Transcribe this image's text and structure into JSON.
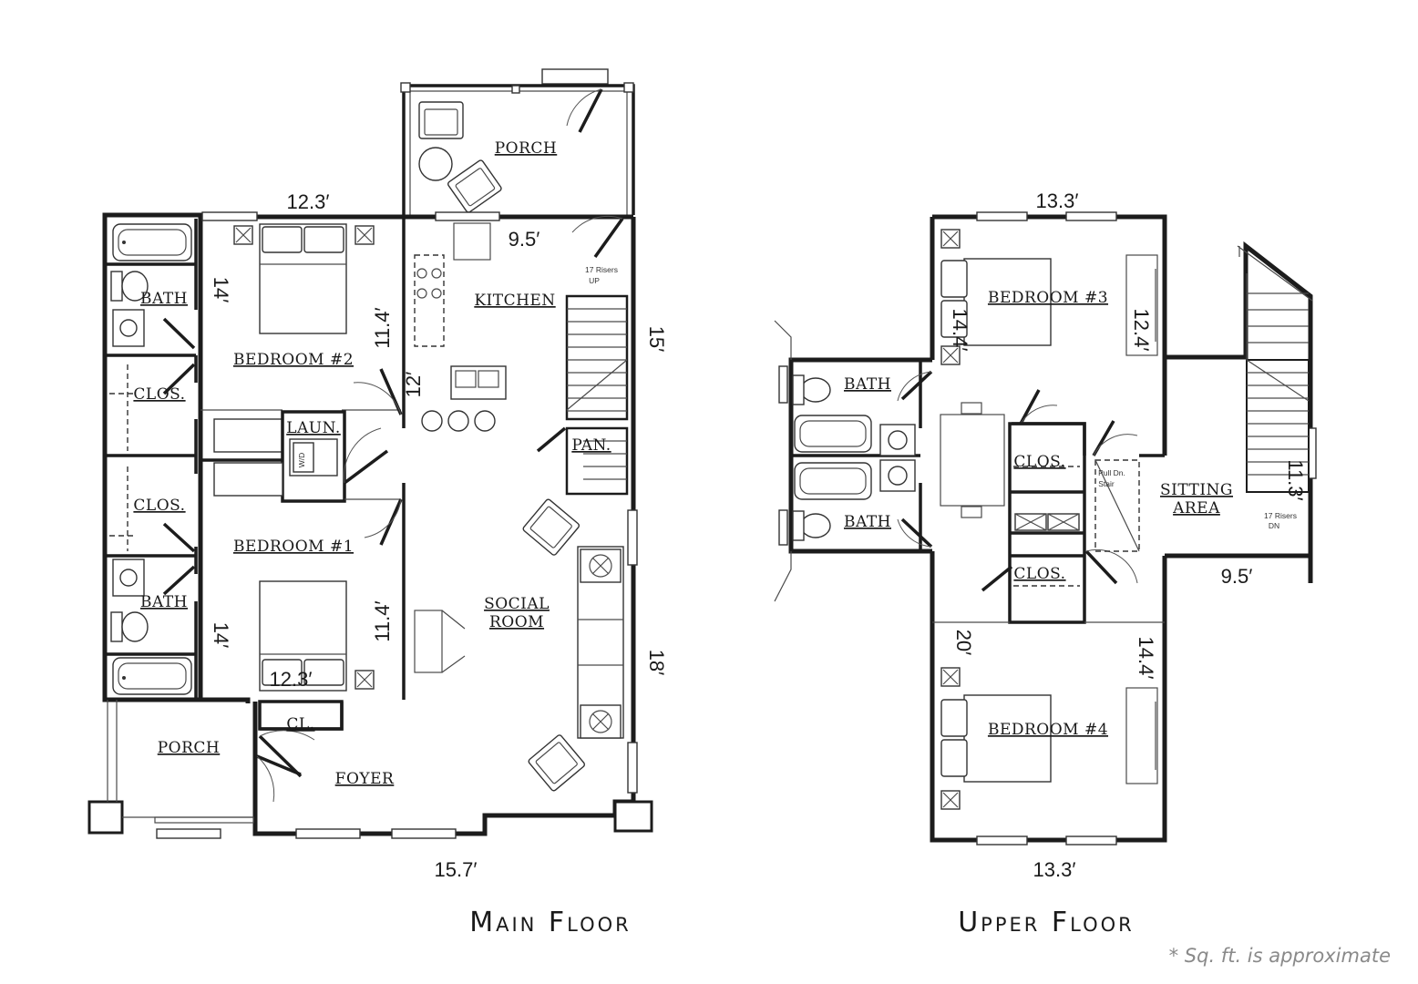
{
  "main_floor": {
    "title": "Main Floor",
    "rooms": {
      "porch_top": "PORCH",
      "bath_top": "BATH",
      "clos_top": "CLOS.",
      "bedroom2": "BEDROOM #2",
      "kitchen": "KITCHEN",
      "laun": "LAUN.",
      "pan": "PAN.",
      "clos_bottom": "CLOS.",
      "bedroom1": "BEDROOM #1",
      "bath_bottom": "BATH",
      "social_line1": "SOCIAL",
      "social_line2": "ROOM",
      "cl": "CL.",
      "porch_bottom": "PORCH",
      "foyer": "FOYER"
    },
    "labels": {
      "wd": "W/D",
      "risers_line1": "17 Risers",
      "risers_line2": "UP"
    },
    "dimensions": {
      "top_width": "12.3′",
      "kitchen_width": "9.5′",
      "bath_top_height": "14′",
      "bedroom2_height": "11.4′",
      "kitchen_depth": "12′",
      "right_upper": "15′",
      "bedroom1_height": "11.4′",
      "bath_bottom_height": "14′",
      "bedroom1_width": "12.3′",
      "right_lower": "18′",
      "bottom_width": "15.7′"
    }
  },
  "upper_floor": {
    "title": "Upper Floor",
    "rooms": {
      "bedroom3": "BEDROOM #3",
      "bath_top": "BATH",
      "clos_top": "CLOS.",
      "sitting_line1": "SITTING",
      "sitting_line2": "AREA",
      "bath_bottom": "BATH",
      "clos_bottom": "CLOS.",
      "bedroom4": "BEDROOM #4"
    },
    "labels": {
      "pull_line1": "Pull Dn.",
      "pull_line2": "Stair",
      "risers_line1": "17 Risers",
      "risers_line2": "DN"
    },
    "dimensions": {
      "top_width": "13.3′",
      "bedroom3_left": "14.4′",
      "bedroom3_right": "12.4′",
      "stair_height": "11.3′",
      "sitting_width": "9.5′",
      "bedroom4_left": "20′",
      "bedroom4_right": "14.4′",
      "bottom_width": "13.3′"
    }
  },
  "footnote": "* Sq. ft. is approximate"
}
